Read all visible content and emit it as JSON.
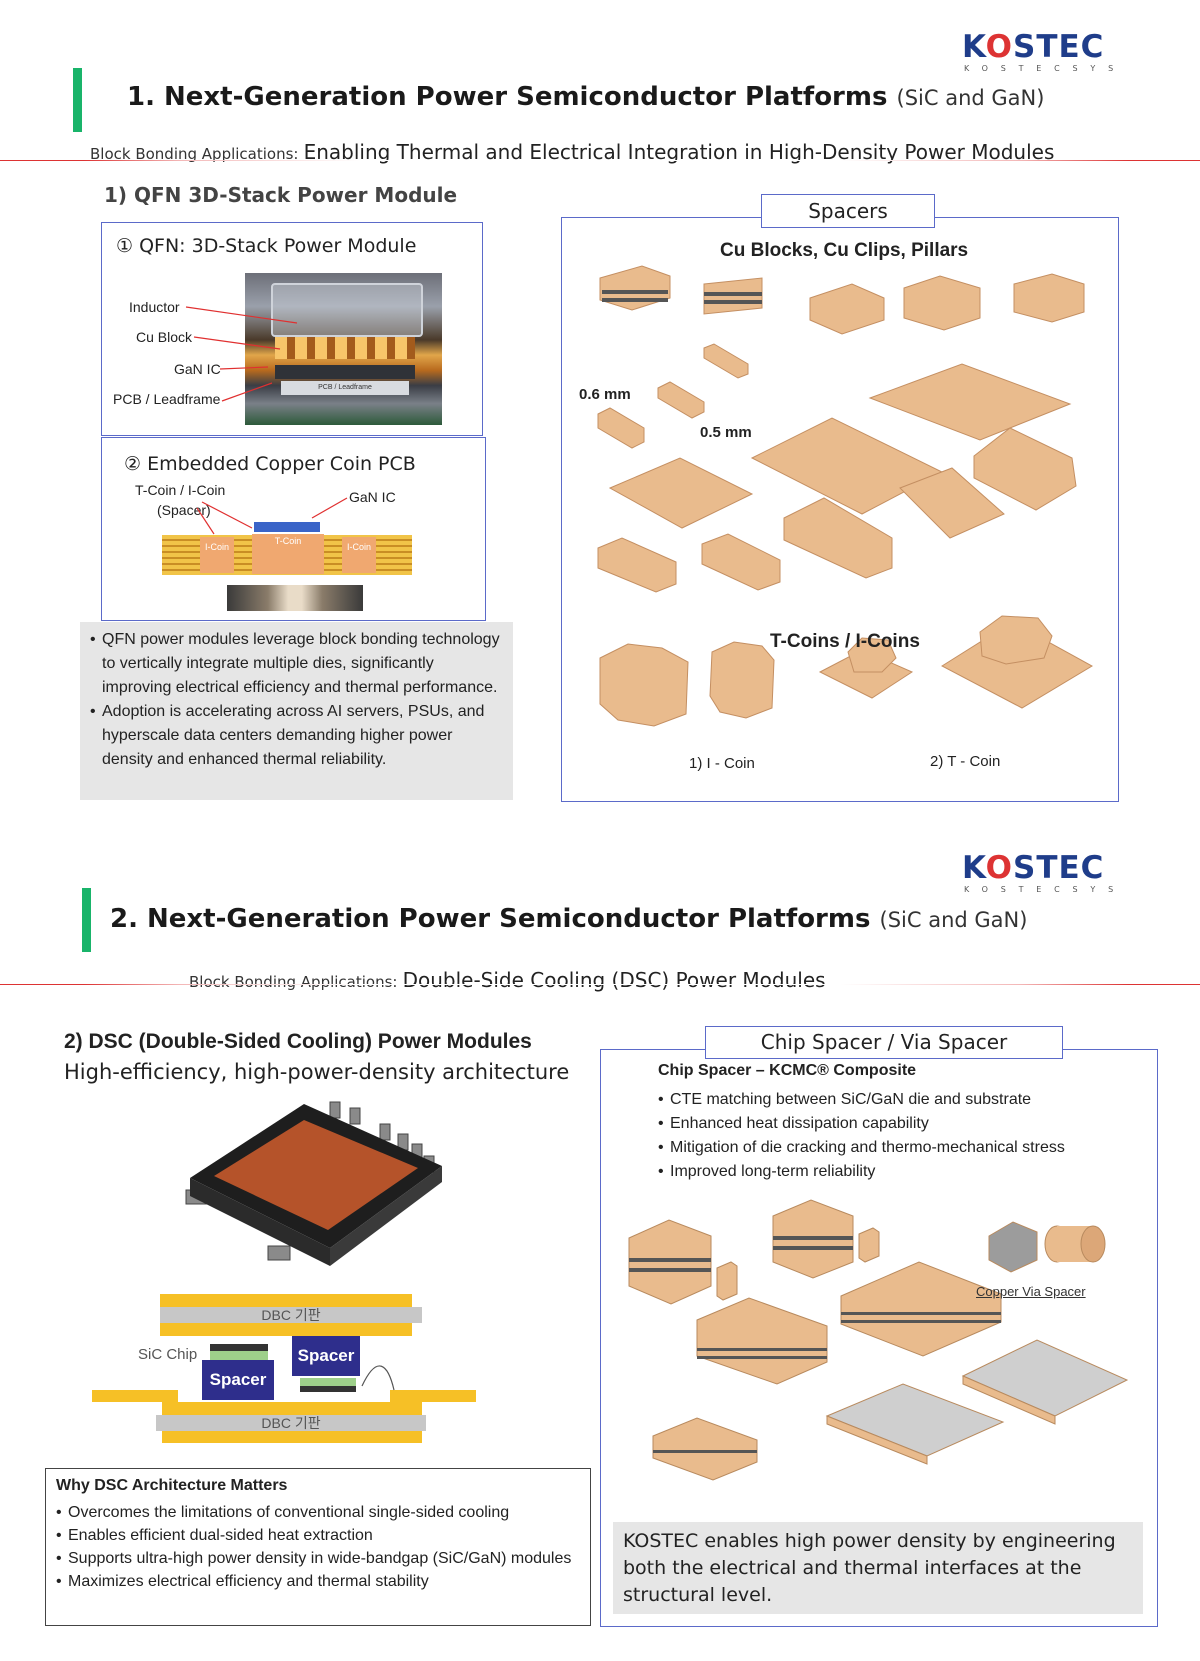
{
  "logo": {
    "brand": "KOSTEC",
    "tagline": "KOSTECSYS"
  },
  "section1": {
    "title": "1. Next-Generation Power Semiconductor Platforms",
    "title_sub": "(SiC and GaN)",
    "subtitle_small": "Block Bonding Applications:",
    "subtitle_big": "Enabling Thermal and Electrical Integration in High-Density Power Modules",
    "heading": "1)  QFN 3D-Stack Power Module",
    "panel1": {
      "title": "① QFN: 3D-Stack Power Module",
      "labels": [
        "Inductor",
        "Cu Block",
        "GaN IC",
        "PCB / Leadframe"
      ],
      "photo_label": "PCB / Leadframe"
    },
    "panel2": {
      "title": "② Embedded Copper Coin PCB",
      "label_coin": "T-Coin / I-Coin",
      "label_spacer": "(Spacer)",
      "label_gan": "GaN IC",
      "coin_labels": [
        "I-Coin",
        "T-Coin",
        "I-Coin"
      ]
    },
    "bullets": [
      "QFN power modules leverage block bonding technology to vertically integrate multiple dies, significantly improving electrical efficiency and thermal performance.",
      "Adoption is accelerating across AI servers, PSUs, and hyperscale data centers demanding higher power density and enhanced thermal reliability."
    ],
    "spacers": {
      "label": "Spacers",
      "group1": "Cu Blocks, Cu Clips, Pillars",
      "dim1": "0.6 mm",
      "dim2": "0.5 mm",
      "group2": "T-Coins / I-Coins",
      "coin1": "1) I - Coin",
      "coin2": "2) T - Coin"
    }
  },
  "section2": {
    "title": "2. Next-Generation Power Semiconductor Platforms",
    "title_sub": "(SiC and GaN)",
    "subtitle_small": "Block Bonding Applications:",
    "subtitle_big": "Double-Side Cooling (DSC) Power Modules",
    "heading": "2) DSC (Double-Sided Cooling) Power Modules",
    "heading_sub": "High-efficiency, high-power-density architecture",
    "diagram": {
      "dbc_top": "DBC 기판",
      "dbc_bottom": "DBC 기판",
      "sic_chip": "SiC Chip",
      "spacer_left": "Spacer",
      "spacer_right": "Spacer"
    },
    "why": {
      "title": "Why DSC Architecture Matters",
      "bullets": [
        "Overcomes the limitations of conventional single-sided cooling",
        "Enables efficient dual-sided heat extraction",
        "Supports ultra-high power density in wide-bandgap (SiC/GaN) modules",
        "Maximizes electrical efficiency and thermal stability"
      ]
    },
    "chip_spacer": {
      "label": "Chip Spacer / Via Spacer",
      "title": "Chip Spacer – KCMC® Composite",
      "bullets": [
        "CTE matching between SiC/GaN die and substrate",
        "Enhanced heat dissipation capability",
        "Mitigation of die cracking and thermo-mechanical stress",
        "Improved long-term reliability"
      ],
      "via_label": "Copper Via Spacer",
      "note": "KOSTEC enables high power density by engineering both the electrical and thermal interfaces at the structural level."
    }
  },
  "colors": {
    "accent": "#19b46a",
    "brand": "#1f3d8a",
    "border": "#5b6ac9",
    "copper": "#e8b888",
    "red_rule": "#d33"
  }
}
